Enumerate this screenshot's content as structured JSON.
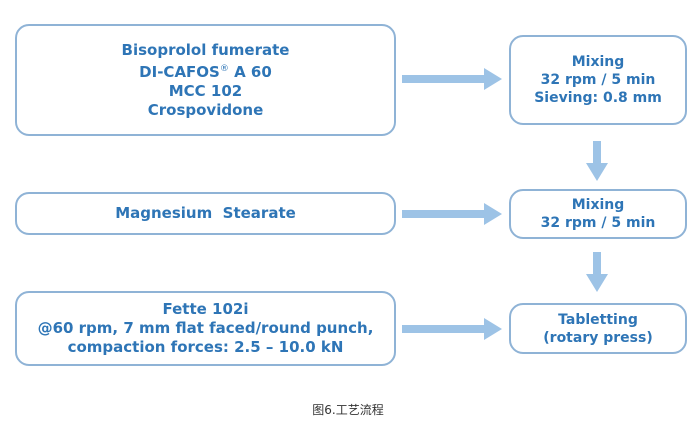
{
  "inputs": [
    {
      "lines": [
        "Bisoprolol fumerate",
        "DI-CAFOS",
        "MCC 102",
        "Crospovidone"
      ],
      "di_cafos_mark": "®",
      "di_cafos_suffix": "A 60"
    },
    {
      "lines": [
        "Magnesium  Stearate"
      ]
    },
    {
      "lines": [
        "Fette 102i",
        "@60 rpm, 7 mm flat faced/round punch,",
        "compaction forces: 2.5 – 10.0 kN"
      ]
    }
  ],
  "process": [
    {
      "lines": [
        "Mixing",
        "32 rpm / 5 min",
        "Sieving: 0.8 mm"
      ]
    },
    {
      "lines": [
        "Mixing",
        "32 rpm / 5 min"
      ]
    },
    {
      "lines": [
        "Tabletting",
        "(rotary press)"
      ]
    }
  ],
  "caption": "图6.工艺流程",
  "colors": {
    "border": "#8fb3d6",
    "text": "#2e75b6",
    "arrow": "#9dc3e6"
  }
}
